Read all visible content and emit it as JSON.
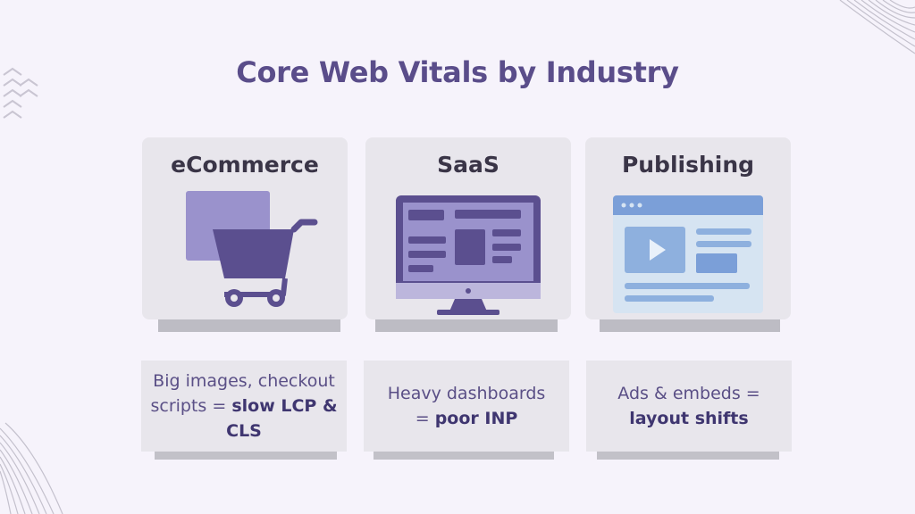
{
  "title": "Core Web Vitals by Industry",
  "cards": [
    {
      "label": "eCommerce",
      "icon": "shopping-cart-icon",
      "desc_plain": "Big images, checkout scripts = ",
      "desc_bold": "slow LCP & CLS"
    },
    {
      "label": "SaaS",
      "icon": "desktop-dashboard-icon",
      "desc_plain": "Heavy dashboards = ",
      "desc_bold": "poor INP"
    },
    {
      "label": "Publishing",
      "icon": "browser-video-page-icon",
      "desc_plain": "Ads & embeds = ",
      "desc_bold": "layout shifts"
    }
  ],
  "colors": {
    "background": "#f6f3fb",
    "title": "#5a4d8a",
    "card": "#e8e6ec",
    "accent_purple": "#5b4f8f",
    "accent_blue": "#7b9fd8"
  }
}
